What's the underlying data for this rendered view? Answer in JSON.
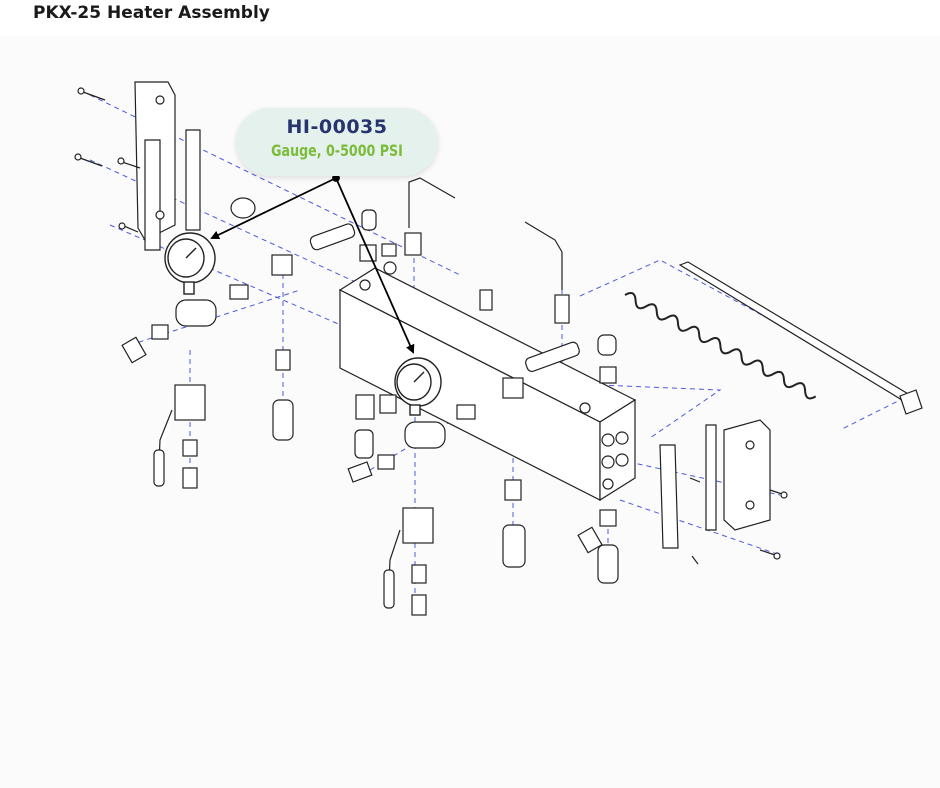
{
  "page": {
    "title": "PKX-25 Heater Assembly"
  },
  "callout": {
    "part_number": "HI-00035",
    "description": "Gauge, 0-5000 PSI",
    "part_number_color": "#27346e",
    "description_color": "#7dbb3a",
    "background_color": "#e4f1ed"
  },
  "diagram": {
    "line_color": "#222222",
    "centerline_color": "#4a5be0",
    "arrow_color": "#000000"
  }
}
